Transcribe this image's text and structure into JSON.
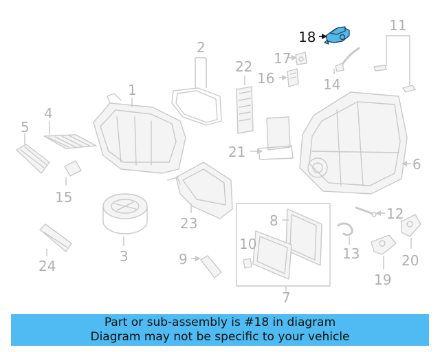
{
  "diagram": {
    "highlighted_part": "18",
    "highlight_color": "#55b6e8",
    "callouts": {
      "c1": "1",
      "c2": "2",
      "c3": "3",
      "c4": "4",
      "c5": "5",
      "c6": "6",
      "c7": "7",
      "c8": "8",
      "c9": "9",
      "c10": "10",
      "c11": "11",
      "c12": "12",
      "c13": "13",
      "c14": "14",
      "c15": "15",
      "c16": "16",
      "c17": "17",
      "c18": "18",
      "c19": "19",
      "c20": "20",
      "c21": "21",
      "c22": "22",
      "c23": "23",
      "c24": "24"
    }
  },
  "banner": {
    "background_color": "#4fbbf2",
    "line1": "Part or sub-assembly is #18 in diagram",
    "line2": "Diagram may not be specific to your vehicle"
  }
}
